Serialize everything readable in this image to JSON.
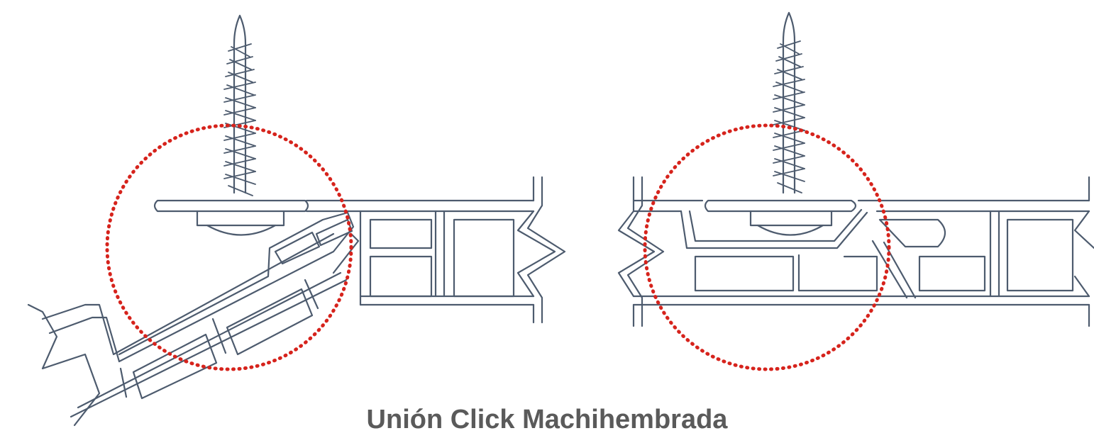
{
  "caption": {
    "text": "Unión Click Machihembrada",
    "color": "#5a5a5a"
  },
  "colors": {
    "line": "#4d5b6e",
    "highlight": "#d6231c",
    "background": "#ffffff"
  },
  "figures": [
    {
      "name": "left-joint",
      "state": "inserting",
      "icons": [
        "screw-icon",
        "panel-icon",
        "highlight-circle"
      ]
    },
    {
      "name": "right-joint",
      "state": "clicked",
      "icons": [
        "screw-icon",
        "panel-icon",
        "highlight-circle"
      ]
    }
  ]
}
